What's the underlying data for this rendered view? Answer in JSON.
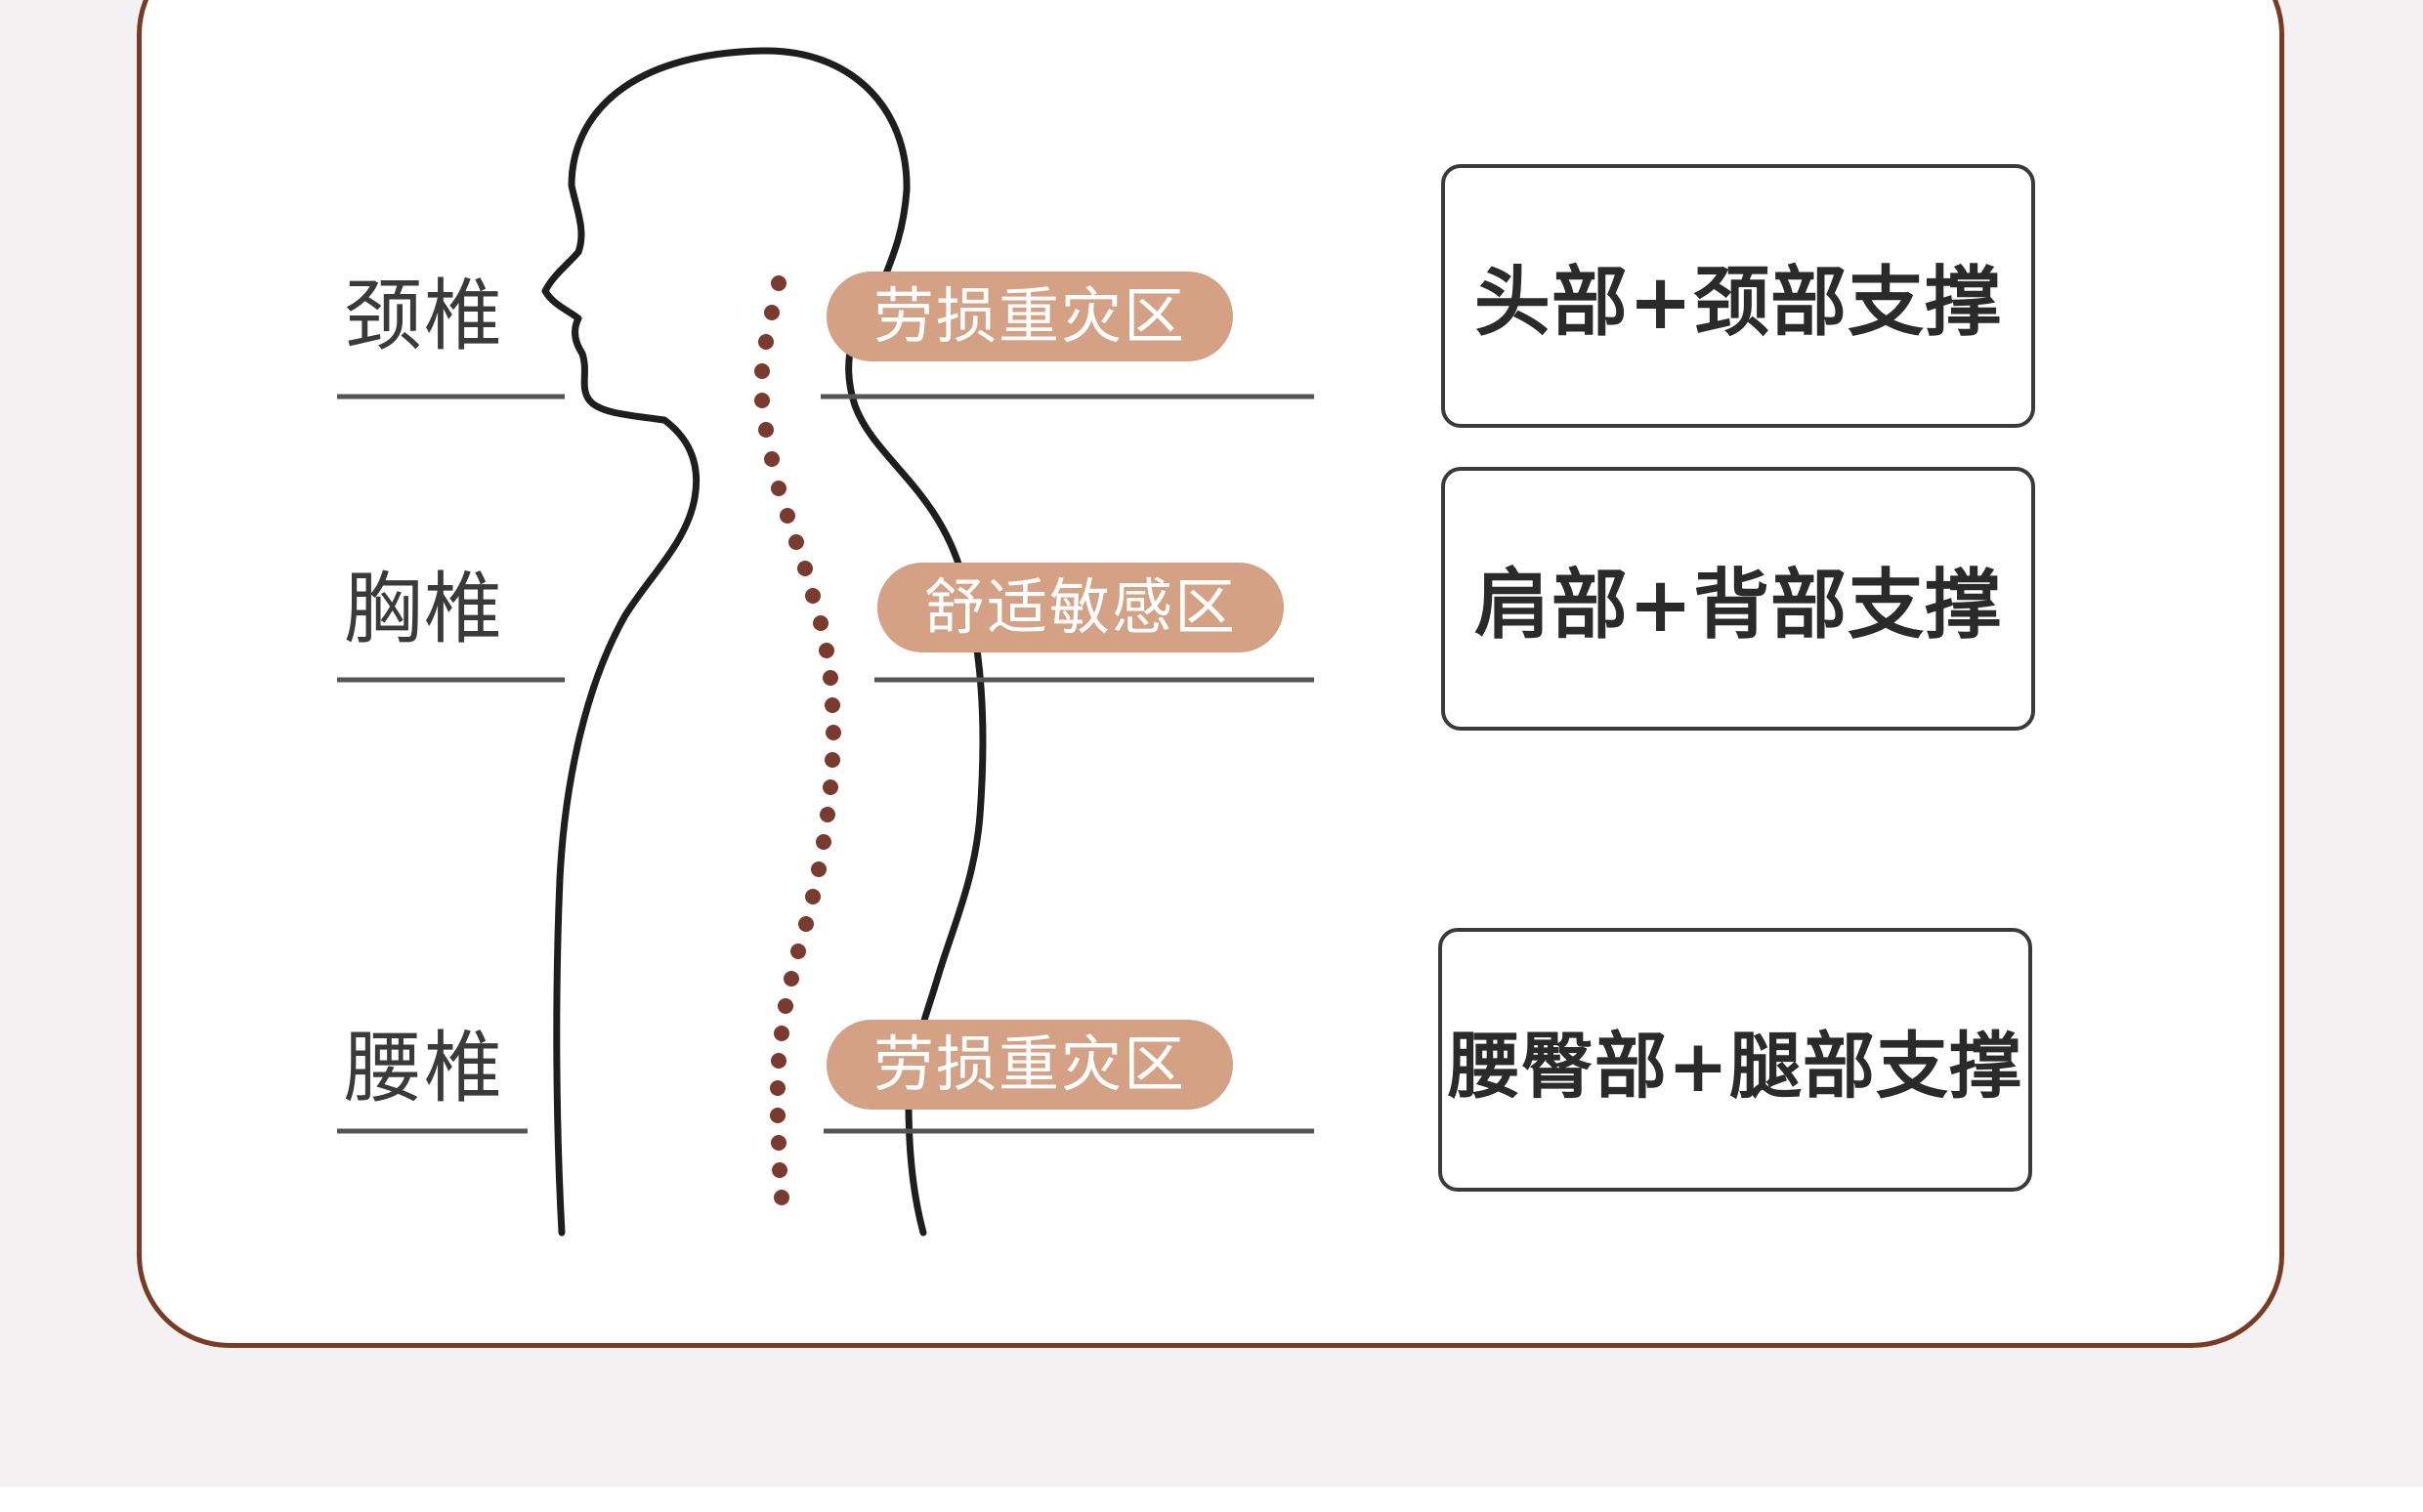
{
  "regions": [
    {
      "label": "颈椎",
      "zone": "劳损重灾区",
      "support": "头部+颈部支撑"
    },
    {
      "label": "胸椎",
      "zone": "舒适敏感区",
      "support": "肩部+背部支撑"
    },
    {
      "label": "腰椎",
      "zone": "劳损重灾区",
      "support": "腰臀部+腿部支撑"
    }
  ],
  "colors": {
    "frame": "#7a3b25",
    "pill": "#d4a184",
    "spine_dots": "#7a3b2e",
    "outline": "#1e1e1e",
    "rule_line": "#555555"
  },
  "icons": {
    "figure": "human-side-profile-icon",
    "spine": "dotted-spine-icon"
  }
}
